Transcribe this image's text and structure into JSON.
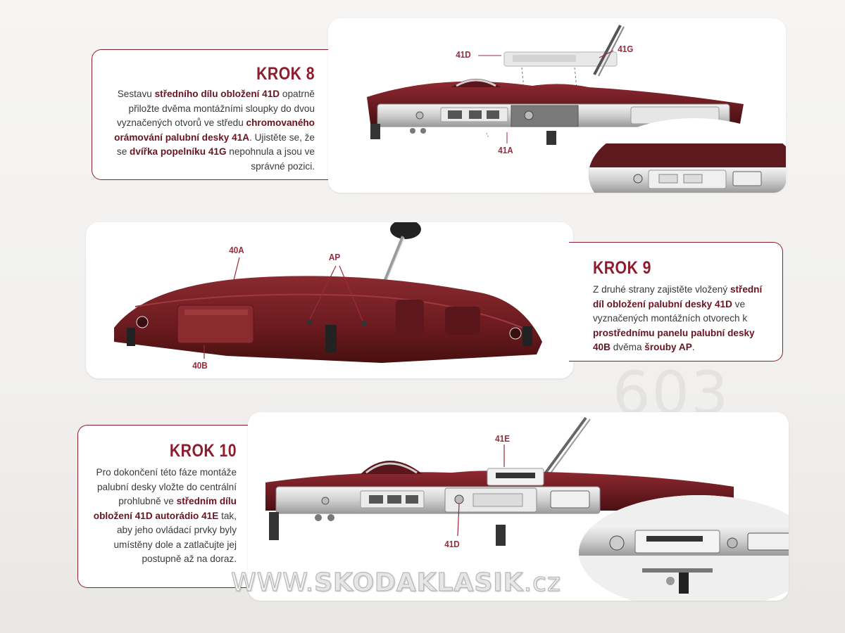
{
  "step8": {
    "title": "KROK 8",
    "body_parts": [
      {
        "t": "Sestavu ",
        "b": false
      },
      {
        "t": "středního dílu obložení 41D",
        "b": true
      },
      {
        "t": " opatrně přiložte dvěma montážními sloupky do dvou vyznačených otvorů ve středu ",
        "b": false
      },
      {
        "t": "chromovaného orámování palubní desky 41A",
        "b": true
      },
      {
        "t": ". Ujistěte se, že se ",
        "b": false
      },
      {
        "t": "dvířka popelníku 41G",
        "b": true
      },
      {
        "t": " nepohnula a jsou ve správné pozici.",
        "b": false
      }
    ],
    "labels": {
      "l41d": "41D",
      "l41g": "41G",
      "l41a": "41A"
    }
  },
  "step9": {
    "title": "KROK 9",
    "body_parts": [
      {
        "t": "Z druhé strany zajistěte vložený ",
        "b": false
      },
      {
        "t": "střední díl obložení palubní desky 41D",
        "b": true
      },
      {
        "t": " ve vyznačených montážních otvorech k ",
        "b": false
      },
      {
        "t": "prostřednímu panelu palubní desky 40B",
        "b": true
      },
      {
        "t": " dvěma ",
        "b": false
      },
      {
        "t": "šrouby AP",
        "b": true
      },
      {
        "t": ".",
        "b": false
      }
    ],
    "labels": {
      "l40a": "40A",
      "lap": "AP",
      "l40b": "40B"
    }
  },
  "step10": {
    "title": "KROK 10",
    "body_parts": [
      {
        "t": "Pro dokončení této fáze montáže palubní desky vložte do centrální prohlubně ve ",
        "b": false
      },
      {
        "t": "středním dílu obložení 41D autorádio 41E",
        "b": true
      },
      {
        "t": " tak, aby jeho ovládací prvky byly umístěny dole a zatlačujte jej postupně až na doraz.",
        "b": false
      }
    ],
    "labels": {
      "l41e": "41E",
      "l41d": "41D"
    }
  },
  "watermark": {
    "prefix": "WWW.",
    "brand": "SKODAKLASIK",
    "suffix": ".cz"
  },
  "page_number": "603",
  "colors": {
    "accent": "#8c1d2e",
    "dash_red": "#7a1a22",
    "chrome": "#dcdcdc"
  }
}
